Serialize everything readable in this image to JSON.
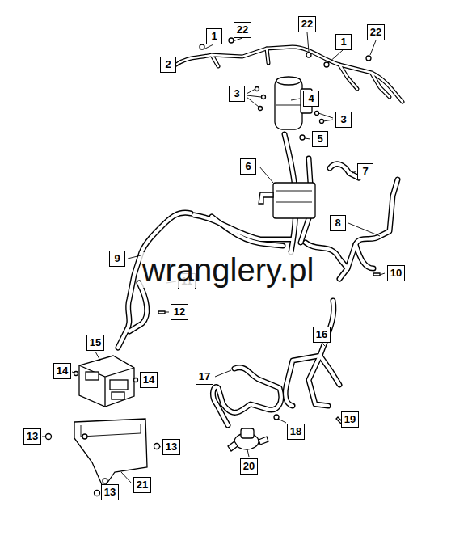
{
  "diagram": {
    "labels": [
      "1",
      "22",
      "22",
      "2",
      "1",
      "22",
      "3",
      "4",
      "3",
      "5",
      "6",
      "7",
      "8",
      "9",
      "11",
      "10",
      "12",
      "15",
      "16",
      "14",
      "14",
      "17",
      "18",
      "19",
      "13",
      "13",
      "20",
      "21",
      "13",
      "wranglery.pl"
    ]
  }
}
